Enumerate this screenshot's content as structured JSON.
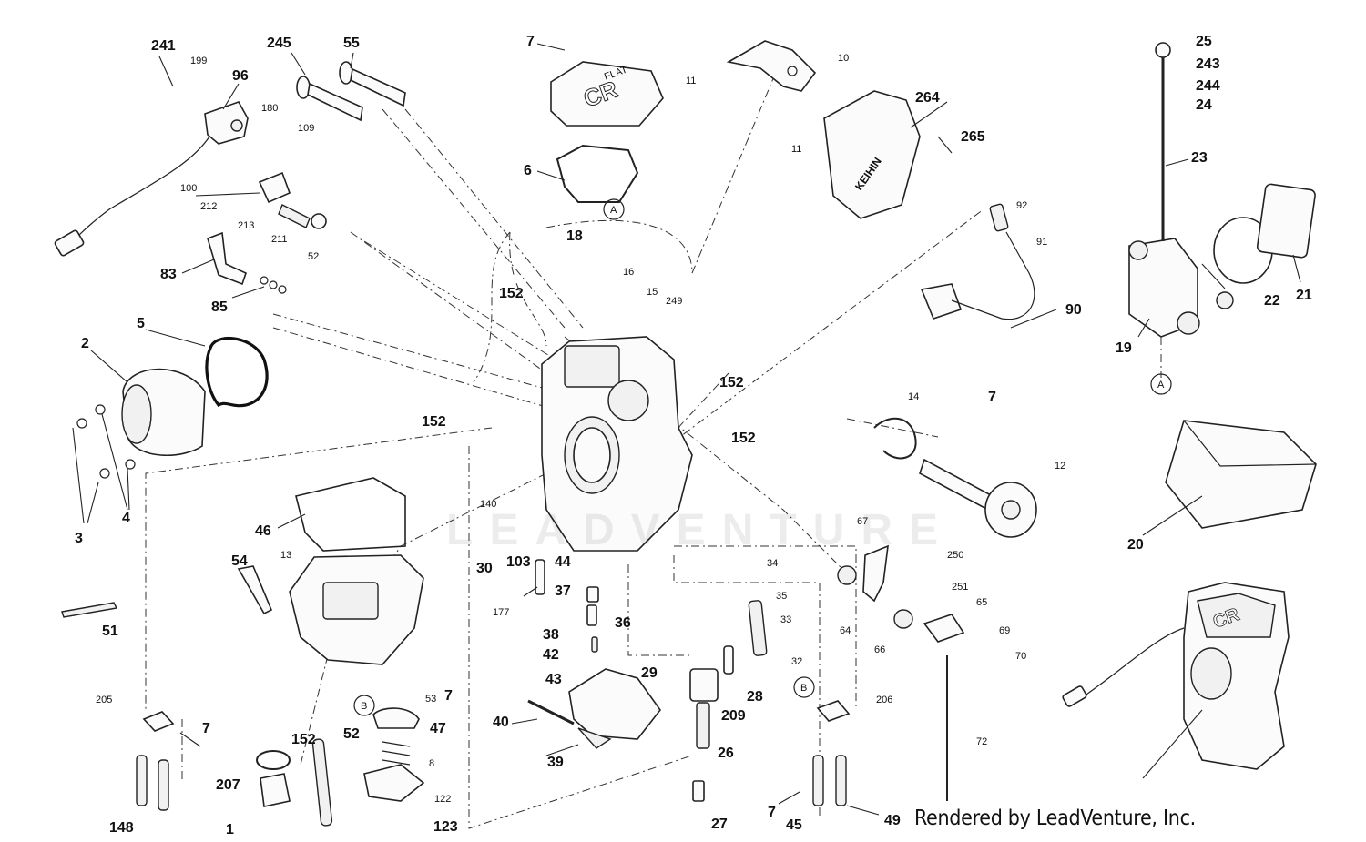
{
  "watermark": "LEADVENTURE",
  "credit": "Rendered by LeadVenture, Inc.",
  "part_markings": {
    "top_cover_small": "FLAT",
    "top_cover_big": "CR",
    "brand_plate": "KEIHIN",
    "ref_a": "A",
    "ref_b": "B"
  },
  "callouts": [
    "241",
    "199",
    "96",
    "245",
    "55",
    "180",
    "109",
    "100",
    "212",
    "213",
    "211",
    "52",
    "83",
    "85",
    "2",
    "5",
    "3",
    "4",
    "7",
    "6",
    "18",
    "16",
    "15",
    "249",
    "152",
    "11",
    "10",
    "264",
    "265",
    "92",
    "91",
    "90",
    "25",
    "243",
    "244",
    "24",
    "23",
    "22",
    "21",
    "19",
    "14",
    "12",
    "20",
    "140",
    "30",
    "103",
    "44",
    "37",
    "177",
    "38",
    "42",
    "43",
    "36",
    "29",
    "28",
    "209",
    "26",
    "27",
    "40",
    "39",
    "34",
    "35",
    "33",
    "32",
    "67",
    "250",
    "251",
    "64",
    "65",
    "66",
    "69",
    "70",
    "72",
    "205",
    "206",
    "148",
    "45",
    "49",
    "46",
    "13",
    "54",
    "51",
    "53",
    "47",
    "8",
    "122",
    "123",
    "207",
    "1"
  ]
}
